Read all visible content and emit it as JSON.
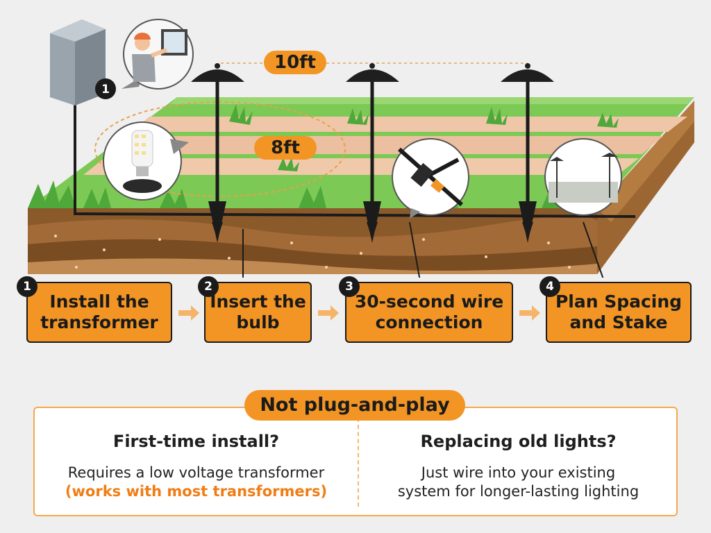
{
  "distances": {
    "lamp_spacing": "10ft",
    "path_width": "8ft"
  },
  "steps": [
    {
      "number": "1",
      "label": "Install the\ntransformer"
    },
    {
      "number": "2",
      "label": "Insert the\nbulb"
    },
    {
      "number": "3",
      "label": "30-second wire\nconnection"
    },
    {
      "number": "4",
      "label": "Plan Spacing\nand Stake"
    }
  ],
  "callout_number": "1",
  "panel": {
    "title": "Not plug-and-play",
    "left": {
      "heading": "First-time install?",
      "body": "Requires a low voltage transformer",
      "note": "(works with most transformers)"
    },
    "right": {
      "heading": "Replacing old lights?",
      "body_line1": "Just wire into your existing",
      "body_line2": "system for longer-lasting lighting"
    }
  },
  "colors": {
    "accent": "#f39524",
    "note": "#f07d14",
    "grass": "#7dc955",
    "soil": "#8b5a2b"
  },
  "icons": [
    "transformer-box-icon",
    "technician-icon",
    "led-bulb-icon",
    "wire-connector-icon",
    "path-light-icon",
    "stake-icon",
    "arrow-right-icon"
  ]
}
